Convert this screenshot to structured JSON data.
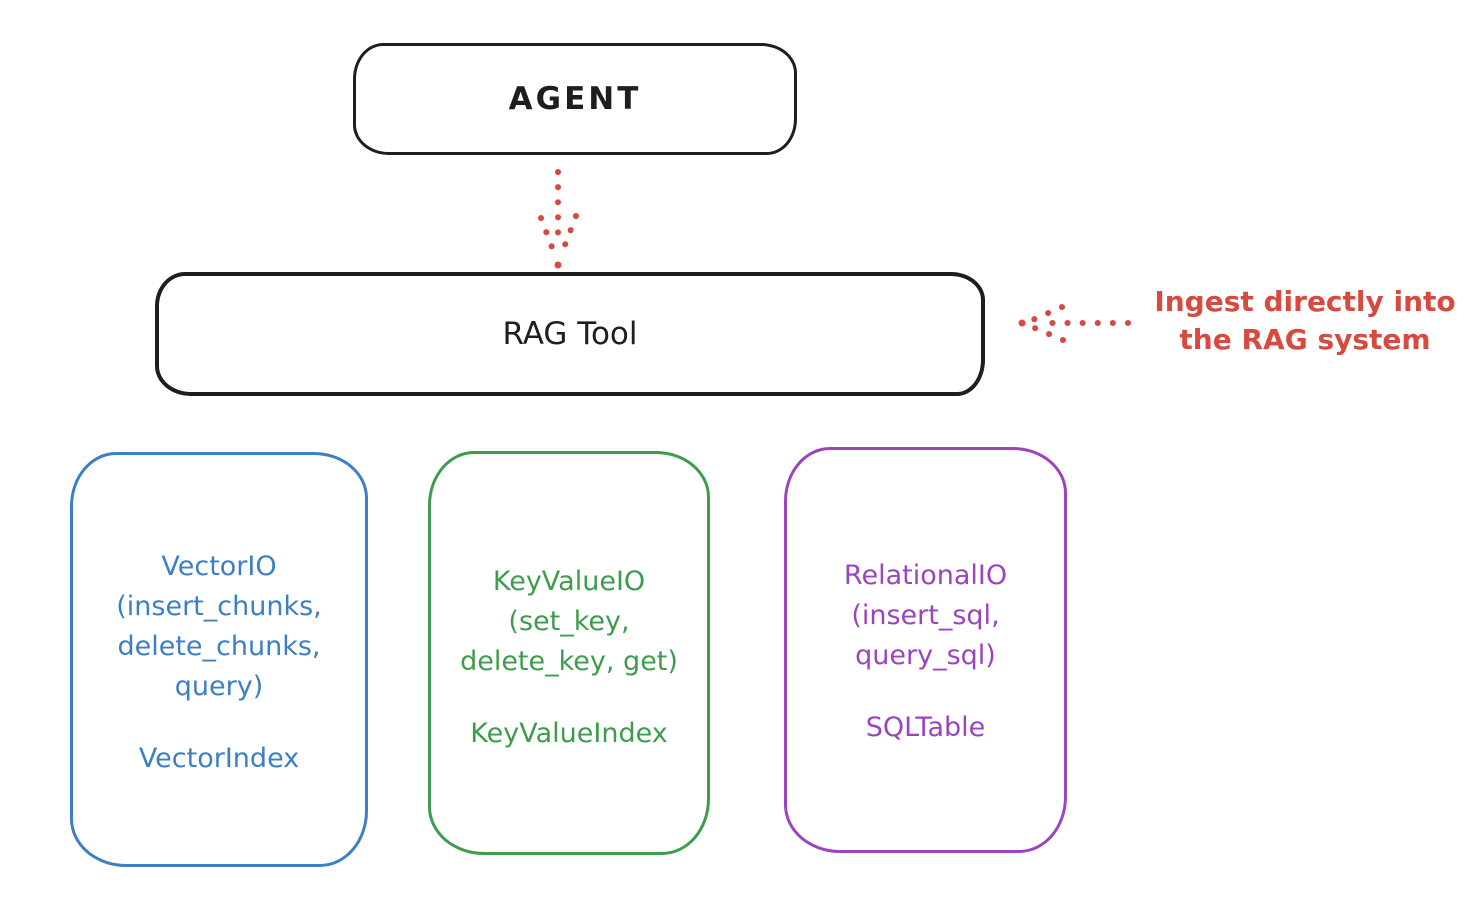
{
  "nodes": {
    "agent": {
      "label": "AGENT",
      "stroke_color": "#1e1e1e"
    },
    "rag_tool": {
      "label": "RAG Tool",
      "stroke_color": "#1e1e1e"
    }
  },
  "annotation": {
    "text": "Ingest directly into\nthe RAG system",
    "color": "#d64b40"
  },
  "arrows": [
    {
      "name": "agent-to-rag-arrow",
      "style": "dotted",
      "color": "#d64b40",
      "direction": "down"
    },
    {
      "name": "ingest-annotation-arrow",
      "style": "dotted",
      "color": "#d64b40",
      "direction": "left"
    }
  ],
  "cards": [
    {
      "body": "VectorIO\n(insert_chunks,\ndelete_chunks,\nquery)",
      "index_label": "VectorIndex",
      "color": "#3c7fc4"
    },
    {
      "body": "KeyValueIO\n(set_key,\ndelete_key, get)",
      "index_label": "KeyValueIndex",
      "color": "#3f9c4e"
    },
    {
      "body": "RelationalIO\n(insert_sql,\nquery_sql)",
      "index_label": "SQLTable",
      "color": "#9c44c0"
    }
  ]
}
